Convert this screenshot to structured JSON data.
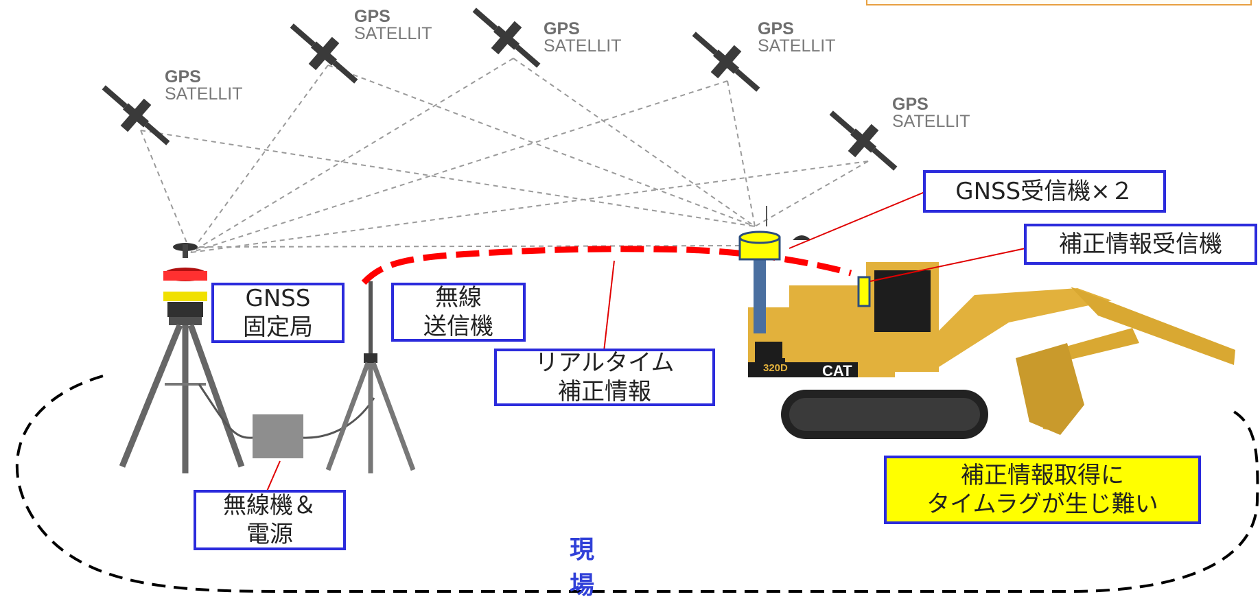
{
  "satellite_label": {
    "gps": "GPS",
    "satellit": "SATELLIT"
  },
  "labels": {
    "gnss_base": [
      "GNSS",
      "固定局"
    ],
    "radio_tx": [
      "無線",
      "送信機"
    ],
    "realtime": [
      "リアルタイム",
      "補正情報"
    ],
    "radio_power": [
      "無線機＆",
      "電源"
    ],
    "gnss_rx": "GNSS受信機×２",
    "corr_rx": "補正情報受信機",
    "note": [
      "補正情報取得に",
      "タイムラグが生じ難い"
    ],
    "field": "現 場"
  },
  "excavator": {
    "model": "320D",
    "brand": "CAT"
  },
  "colors": {
    "box_border": "#2b2bdc",
    "note_fill": "#ffff00",
    "signal": "#ff0000",
    "field_text": "#3040d8",
    "excavator": "#e2b13c"
  }
}
